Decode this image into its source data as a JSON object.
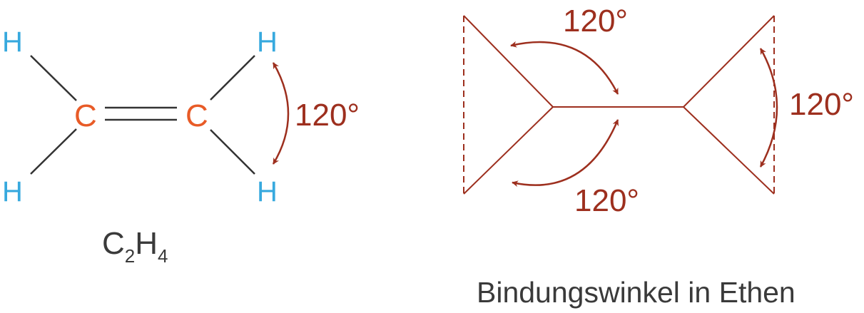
{
  "colors": {
    "hydrogen": "#37a9de",
    "carbon": "#e85b27",
    "angle": "#9d2f1e",
    "bond": "#333333",
    "text": "#3a3a3a"
  },
  "structure": {
    "atoms": {
      "h1": "H",
      "h2": "H",
      "h3": "H",
      "h4": "H",
      "c1": "C",
      "c2": "C"
    },
    "angle_label": "120°",
    "formula": {
      "c": "C",
      "c_sub": "2",
      "h": "H",
      "h_sub": "4"
    }
  },
  "geometry": {
    "angle_top": "120°",
    "angle_bottom": "120°",
    "angle_right": "120°",
    "caption": "Bindungswinkel in Ethen"
  }
}
